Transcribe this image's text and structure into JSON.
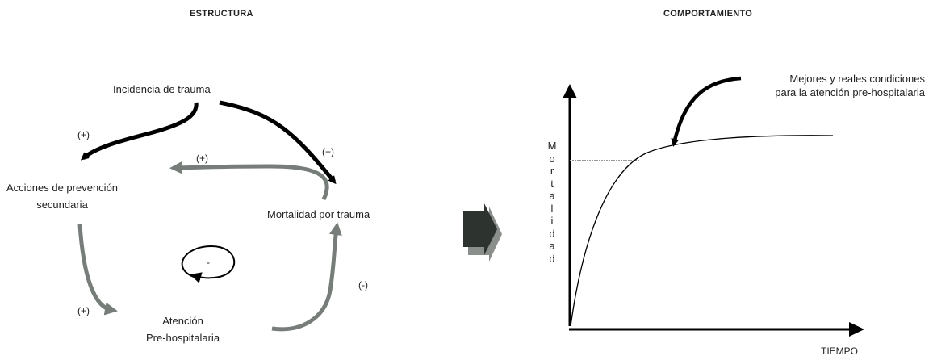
{
  "headings": {
    "structure": "ESTRUCTURA",
    "behavior": "COMPORTAMIENTO"
  },
  "nodes": {
    "incidence": "Incidencia de trauma",
    "prevention_line1": "Acciones de prevención",
    "prevention_line2": "secundaria",
    "mortality": "Mortalidad por trauma",
    "care_line1": "Atención",
    "care_line2": "Pre-hospitalaria"
  },
  "polarities": {
    "incidence_to_prevention": "(+)",
    "mortality_to_prevention": "(+)",
    "incidence_to_mortality": "(+)",
    "prevention_to_care": "(+)",
    "care_to_mortality": "(-)",
    "loop": "-"
  },
  "colors": {
    "black_link": "#000000",
    "gray_link": "#777e79",
    "arrow_front": "#2d342f",
    "arrow_shadow": "#8a8f8b",
    "dotted_line": "#999999"
  },
  "chart_data": {
    "type": "line",
    "xlabel": "TIEMPO",
    "ylabel": "Mortalidad",
    "ylabel_letters": [
      "M",
      "o",
      "r",
      "t",
      "a",
      "l",
      "i",
      "d",
      "a",
      "d"
    ],
    "annotation_line1": "Mejores y reales condiciones",
    "annotation_line2": "para la atención pre-hospitalaria",
    "curve": "saturating growth rising from the origin to a plateau",
    "grid": false,
    "legend": "none"
  }
}
